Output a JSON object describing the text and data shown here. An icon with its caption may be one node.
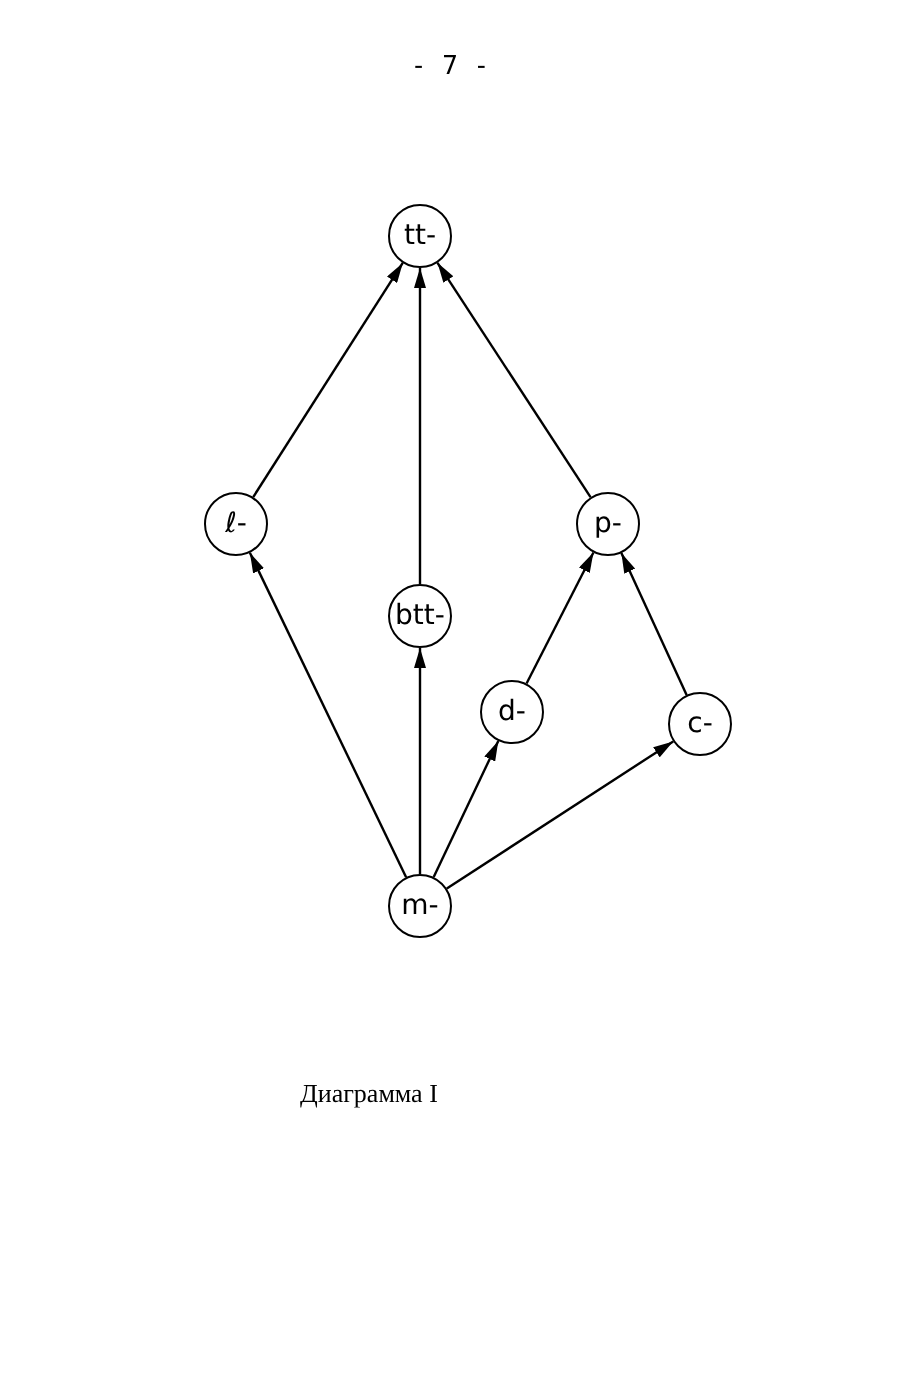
{
  "diagram": {
    "caption": "Диаграмма I",
    "nodes": [
      {
        "text": [
          "tt-"
        ]
      },
      {
        "text": [
          "ℓ-"
        ]
      },
      {
        "text": [
          "btt-"
        ]
      },
      {
        "text": [
          "p-"
        ]
      },
      {
        "text": [
          "d-"
        ]
      },
      {
        "text": [
          "c-"
        ]
      },
      {
        "text": [
          "m-"
        ]
      }
    ],
    "edges": [
      {
        "from": 1,
        "to": 0,
        "arrow": "to"
      },
      {
        "from": 2,
        "to": 0,
        "arrow": "to"
      },
      {
        "from": 3,
        "to": 0,
        "arrow": "to"
      },
      {
        "from": 6,
        "to": 1,
        "arrow": "to"
      },
      {
        "from": 6,
        "to": 2,
        "arrow": "to"
      },
      {
        "from": 6,
        "to": 4,
        "arrow": "to"
      },
      {
        "from": 6,
        "to": 5,
        "arrow": "to"
      },
      {
        "from": 4,
        "to": 3,
        "arrow": "to"
      },
      {
        "from": 5,
        "to": 3,
        "arrow": "to"
      }
    ],
    "labels": [
      "- 7 -"
    ]
  }
}
